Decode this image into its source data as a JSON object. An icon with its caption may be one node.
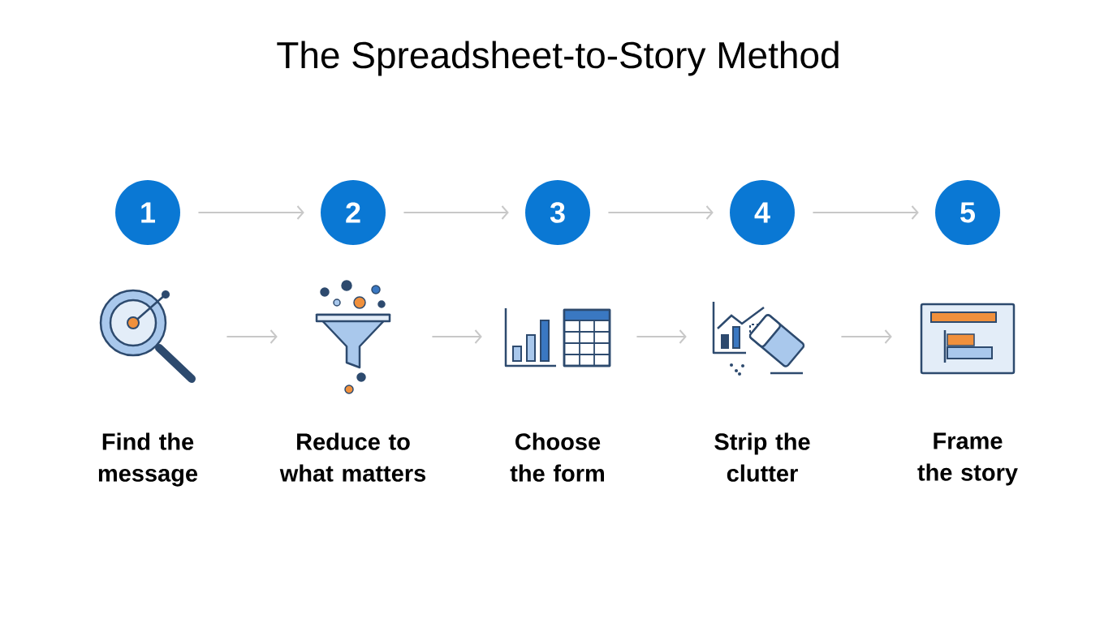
{
  "diagram": {
    "title": "The Spreadsheet-to-Story Method",
    "nodes": [
      {
        "text": [
          "1"
        ]
      },
      {
        "text": [
          "2"
        ]
      },
      {
        "text": [
          "3"
        ]
      },
      {
        "text": [
          "4"
        ]
      },
      {
        "text": [
          "5"
        ]
      },
      {
        "text": [],
        "shape": "picture",
        "beside": [
          "Find the message"
        ]
      },
      {
        "text": [],
        "shape": "picture",
        "beside": [
          "Reduce to what matters"
        ]
      },
      {
        "text": [],
        "shape": "picture",
        "beside": [
          "Choose the form"
        ]
      },
      {
        "text": [],
        "shape": "picture",
        "beside": [
          "Strip the clutter"
        ]
      },
      {
        "text": [],
        "shape": "picture",
        "beside": [
          "Frame the story"
        ]
      }
    ],
    "edges": [
      {
        "from": 0,
        "to": 1,
        "arrow": "to"
      },
      {
        "from": 1,
        "to": 2,
        "arrow": "to"
      },
      {
        "from": 2,
        "to": 3,
        "arrow": "to"
      },
      {
        "from": 3,
        "to": 4,
        "arrow": "to"
      },
      {
        "from": 5,
        "to": 6,
        "arrow": "to"
      },
      {
        "from": 6,
        "to": 7,
        "arrow": "to"
      },
      {
        "from": 7,
        "to": 8,
        "arrow": "to"
      },
      {
        "from": 8,
        "to": 9,
        "arrow": "to"
      }
    ]
  }
}
